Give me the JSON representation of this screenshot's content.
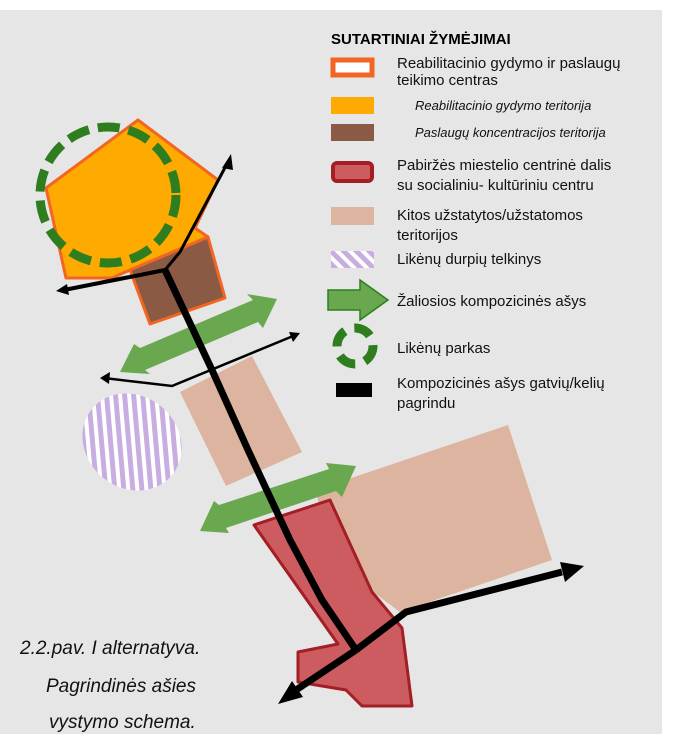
{
  "legend": {
    "title": "SUTARTINIAI ŽYMĖJIMAI",
    "items": [
      {
        "lines": [
          "Reabilitacinio gydymo ir paslaugų",
          "teikimo centras"
        ]
      },
      {
        "lines": [
          "Reabilitacinio gydymo teritorija"
        ]
      },
      {
        "lines": [
          "Paslaugų koncentracijos teritorija"
        ]
      },
      {
        "lines": [
          "Pabiržės miestelio centrinė dalis",
          "su socialiniu- kultūriniu centru"
        ]
      },
      {
        "lines": [
          "Kitos užstatytos/užstatomos",
          " teritorijos"
        ]
      },
      {
        "lines": [
          "Likėnų durpių telkinys"
        ]
      },
      {
        "lines": [
          "Žaliosios kompozicinės ašys"
        ]
      },
      {
        "lines": [
          "Likėnų parkas"
        ]
      },
      {
        "lines": [
          "Kompozicinės ašys gatvių/kelių",
          "pagrindu"
        ]
      }
    ]
  },
  "caption": {
    "lines": [
      "2.2.pav. I alternatyva.",
      "Pagrindinės ašies",
      "vystymo schema."
    ]
  },
  "colors": {
    "background": "#e6e6e6",
    "orange_border": "#f26522",
    "rehab_territory": "#ffaa00",
    "services_territory": "#8b5a44",
    "center_fill": "#cd5c60",
    "center_border": "#a31f25",
    "built_up": "#dcb4a0",
    "peat": "#c8aee0",
    "green_axis": "#6aa84f",
    "park": "#2e7d1e",
    "road_axis": "#000000"
  }
}
